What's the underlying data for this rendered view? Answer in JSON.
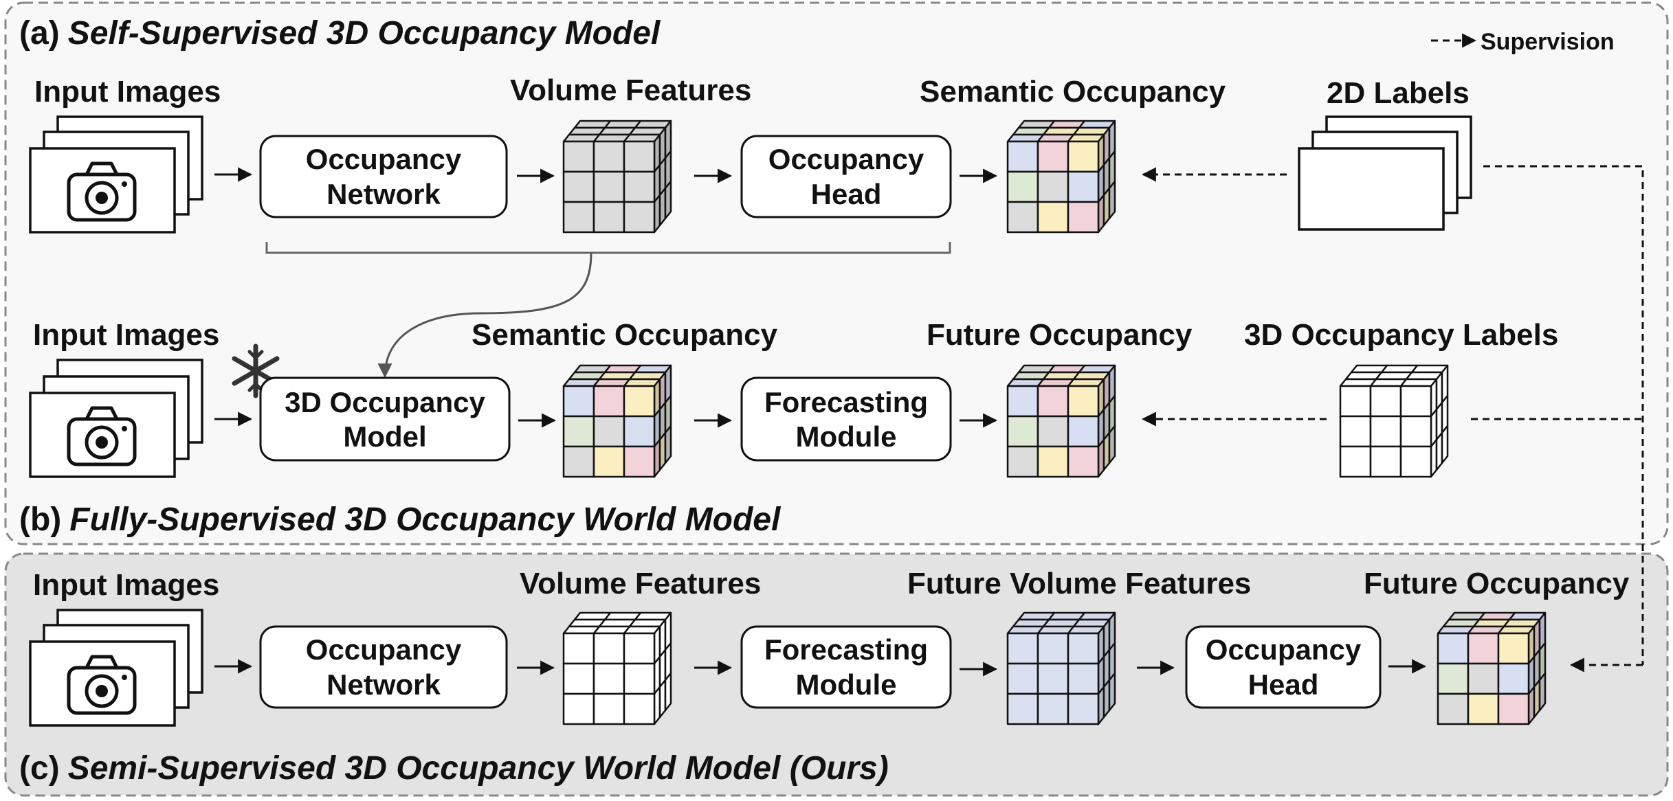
{
  "legend": {
    "supervision": "Supervision"
  },
  "panel_a": {
    "tag": "(a)",
    "title": "Self-Supervised 3D Occupancy Model",
    "input_label": "Input Images",
    "network_line1": "Occupancy",
    "network_line2": "Network",
    "volume_label": "Volume Features",
    "head_line1": "Occupancy",
    "head_line2": "Head",
    "semantic_label": "Semantic Occupancy",
    "labels2d": "2D Labels"
  },
  "panel_b": {
    "tag": "(b)",
    "title": "Fully-Supervised 3D Occupancy World Model",
    "input_label": "Input Images",
    "model_line1": "3D Occupancy",
    "model_line2": "Model",
    "semantic_label": "Semantic Occupancy",
    "forecast_line1": "Forecasting",
    "forecast_line2": "Module",
    "future_label": "Future Occupancy",
    "labels3d": "3D Occupancy Labels",
    "frozen_icon": "snowflake-icon"
  },
  "panel_c": {
    "tag": "(c)",
    "title": "Semi-Supervised 3D Occupancy World Model (Ours)",
    "input_label": "Input Images",
    "network_line1": "Occupancy",
    "network_line2": "Network",
    "volume_label": "Volume Features",
    "forecast_line1": "Forecasting",
    "forecast_line2": "Module",
    "future_volume_label": "Future Volume Features",
    "head_line1": "Occupancy",
    "head_line2": "Head",
    "future_label": "Future Occupancy"
  },
  "colors": {
    "panel_ab_bg": "#f8f8f8",
    "panel_c_bg": "#e3e3e3",
    "border": "#888888",
    "cube_gray": "#dcdcdc",
    "cube_blue": "#dae0f0",
    "sem_blue": "#d8dff2",
    "sem_pink": "#f3d3da",
    "sem_yellow": "#fbefc2",
    "sem_green": "#dde9d4",
    "sem_gray": "#dcdcdc"
  }
}
